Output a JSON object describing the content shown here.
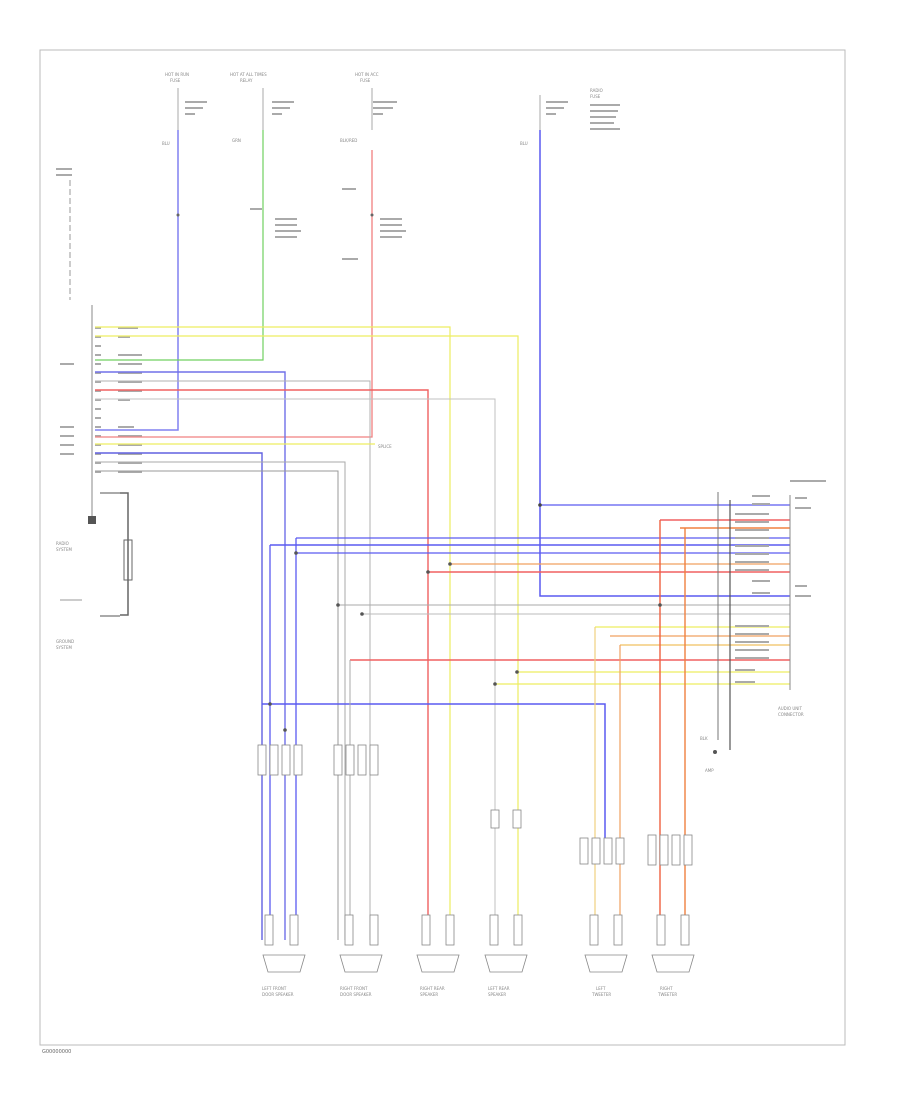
{
  "diagram": {
    "footer_label": "G00000000",
    "top_sources": [
      {
        "id": "src1",
        "label": "HOT IN RUN",
        "sub": "FUSE",
        "wire": "BLU",
        "color": "#8a8af5"
      },
      {
        "id": "src2",
        "label": "HOT AT ALL TIMES",
        "sub": "RELAY",
        "wire": "GRN",
        "color": "#7ddc6e"
      },
      {
        "id": "src3",
        "label": "HOT IN ACC",
        "sub": "FUSE",
        "wire": "BLK/RED",
        "color": "#f08a8a"
      },
      {
        "id": "src4",
        "label": "RADIO",
        "sub": "FUSE",
        "wire": "BLU",
        "color": "#5a5af0"
      }
    ],
    "left_module_label": "RADIO",
    "left_module_sub": "SYSTEM",
    "ground_label": "GROUND",
    "ground_sub": "SYSTEM",
    "right_module_label": "AUDIO UNIT",
    "right_module_sub": "CONNECTOR",
    "amp_label": "AMP",
    "speakers": [
      {
        "id": "spk1",
        "label": "LEFT FRONT",
        "sub": "DOOR SPEAKER",
        "color": "#5a5af0"
      },
      {
        "id": "spk2",
        "label": "RIGHT FRONT",
        "sub": "DOOR SPEAKER",
        "color": "#9a9a9a"
      },
      {
        "id": "spk3",
        "label": "RIGHT REAR",
        "sub": "SPEAKER",
        "color": "#f06060"
      },
      {
        "id": "spk4",
        "label": "LEFT REAR",
        "sub": "SPEAKER",
        "color": "#e8e850"
      },
      {
        "id": "spk5",
        "label": "LEFT",
        "sub": "TWEETER",
        "color": "#f0a060"
      },
      {
        "id": "spk6",
        "label": "RIGHT",
        "sub": "TWEETER",
        "color": "#f07040"
      }
    ]
  }
}
